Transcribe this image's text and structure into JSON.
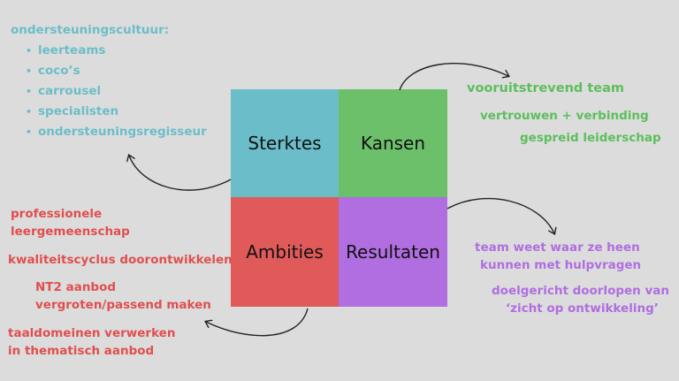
{
  "colors": {
    "background": "#dcdcdc",
    "sterktes": "#6bbec9",
    "kansen": "#6cc06a",
    "ambities": "#e05a5a",
    "resultaten": "#b06ee0",
    "teal_text": "#6bbec9",
    "green_text": "#5cbf5c",
    "red_text": "#e04f4f",
    "purple_text": "#b06ee0"
  },
  "quadrants": {
    "sterktes": "Sterktes",
    "kansen": "Kansen",
    "ambities": "Ambities",
    "resultaten": "Resultaten"
  },
  "sterktes_notes": {
    "heading": "ondersteuningscultuur:",
    "items": [
      "leerteams",
      "coco’s",
      "carrousel",
      "specialisten",
      "ondersteuningsregisseur"
    ]
  },
  "kansen_notes": {
    "line1": "vooruitstrevend team",
    "line2": "vertrouwen + verbinding",
    "line3": "gespreid leiderschap"
  },
  "ambities_notes": {
    "item1_line1": "professionele",
    "item1_line2": "leergemeenschap",
    "item2": "kwaliteitscyclus doorontwikkelen",
    "item3_line1": "NT2 aanbod",
    "item3_line2": "vergroten/passend maken",
    "item4_line1": "taaldomeinen verwerken",
    "item4_line2": "in thematisch aanbod"
  },
  "resultaten_notes": {
    "item1_line1": "team weet waar ze heen",
    "item1_line2": "kunnen met hulpvragen",
    "item2_line1": "doelgericht doorlopen van",
    "item2_line2": "‘zicht op ontwikkeling’"
  }
}
